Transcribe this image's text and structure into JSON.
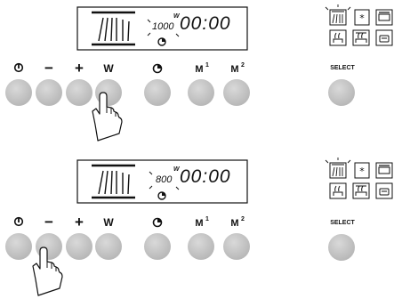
{
  "panels": [
    {
      "display": {
        "power": "1000",
        "unit": "W",
        "time": "00:00"
      },
      "buttons": [
        {
          "name": "power-button",
          "symbol": "power-icon"
        },
        {
          "name": "minus-button",
          "label": "−"
        },
        {
          "name": "plus-button",
          "label": "+"
        },
        {
          "name": "w-button",
          "label": "W"
        },
        {
          "name": "timer-button",
          "symbol": "clock-icon"
        },
        {
          "name": "m1-button",
          "label": "M",
          "sup": "1"
        },
        {
          "name": "m2-button",
          "label": "M",
          "sup": "2"
        }
      ],
      "select_label": "SELECT",
      "pressed_button": "w-button"
    },
    {
      "display": {
        "power": "800",
        "unit": "W",
        "time": "00:00"
      },
      "buttons": [
        {
          "name": "power-button",
          "symbol": "power-icon"
        },
        {
          "name": "minus-button",
          "label": "−"
        },
        {
          "name": "plus-button",
          "label": "+"
        },
        {
          "name": "w-button",
          "label": "W"
        },
        {
          "name": "timer-button",
          "symbol": "clock-icon"
        },
        {
          "name": "m1-button",
          "label": "M",
          "sup": "1"
        },
        {
          "name": "m2-button",
          "label": "M",
          "sup": "2"
        }
      ],
      "select_label": "SELECT",
      "pressed_button": "minus-button"
    }
  ],
  "function_icons": [
    "microwave-icon",
    "defrost-icon",
    "grill-icon",
    "combi-microwave-grill-icon",
    "combi-grill-icon",
    "steam-icon"
  ],
  "colors": {
    "button_fill": "#c8c8c8",
    "outline": "#111111"
  }
}
